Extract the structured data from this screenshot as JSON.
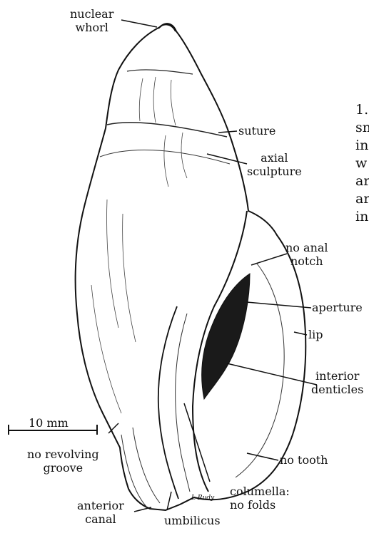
{
  "labels": {
    "nuclear_whorl": "nuclear\nwhorl",
    "suture": "suture",
    "axial_sculpture": "axial\nsculpture",
    "no_anal_notch": "no anal\nnotch",
    "aperture": "aperture",
    "lip": "lip",
    "interior_denticles": "interior\ndenticles",
    "no_tooth": "no tooth",
    "no_revolving_groove": "no revolving\ngroove",
    "anterior_canal": "anterior\ncanal",
    "umbilicus": "umbilicus",
    "columella": "columella:\nno folds"
  },
  "scale_bar": {
    "label": "10 mm"
  },
  "clipped_text": "1.\nsn\nin\nw\nar\nar\nin",
  "signature": "L Rudy"
}
